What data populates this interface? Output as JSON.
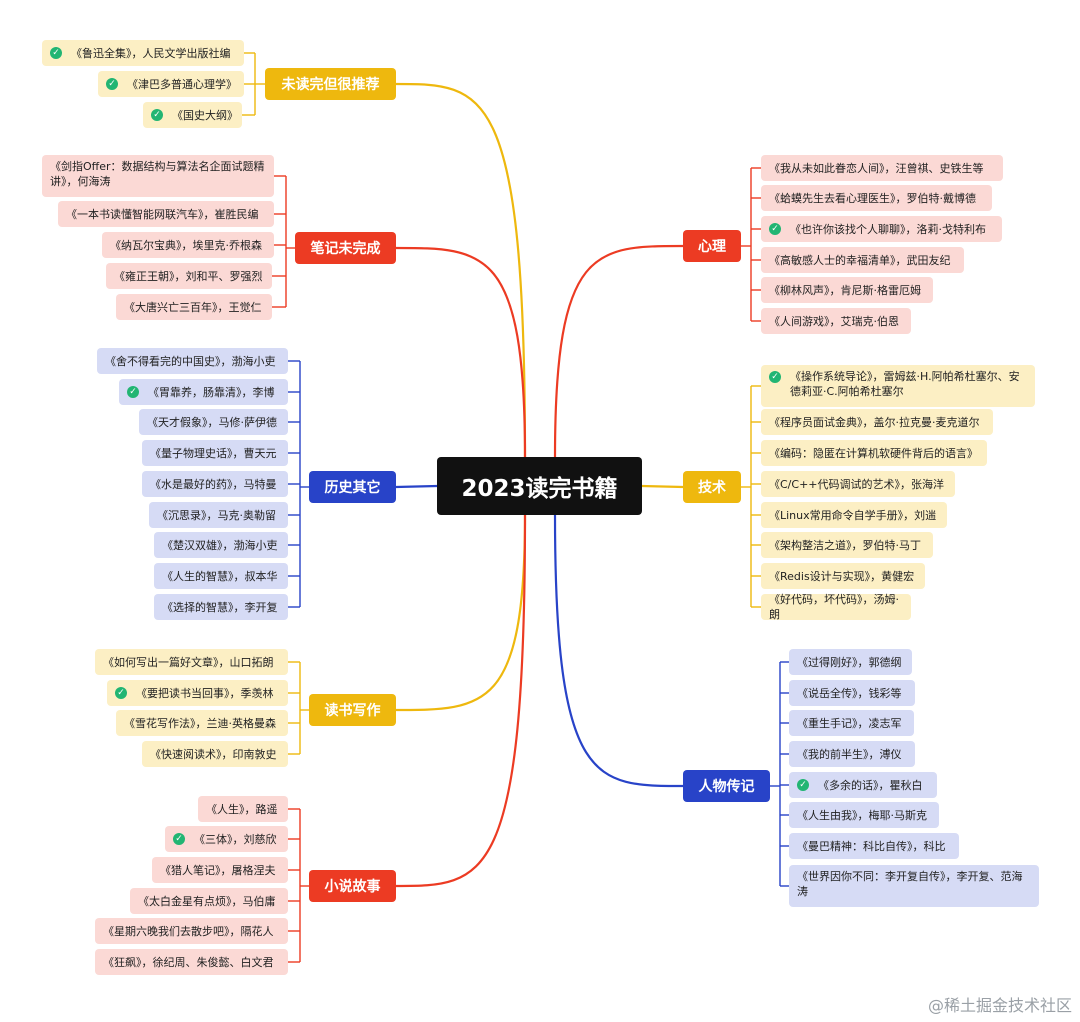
{
  "root": {
    "label": "2023读完书籍"
  },
  "watermark": "@稀土掘金技术社区",
  "colors": {
    "yellow": "#eeb80e",
    "red": "#ec3b23",
    "blue": "#2843c8"
  },
  "branches": [
    {
      "id": "unread",
      "label": "未读完但很推荐",
      "color": "#eeb80e",
      "leafBg": "#fcefc4",
      "items": [
        {
          "text": "《鲁迅全集》，人民文学出版社编",
          "done": true
        },
        {
          "text": "《津巴多普通心理学》",
          "done": true
        },
        {
          "text": "《国史大纲》",
          "done": true
        }
      ]
    },
    {
      "id": "notes",
      "label": "笔记未完成",
      "color": "#ec3b23",
      "leafBg": "#fbd9d5",
      "items": [
        {
          "text": "《剑指Offer：数据结构与算法名企面试题精讲》，何海涛",
          "done": false
        },
        {
          "text": "《一本书读懂智能网联汽车》，崔胜民编",
          "done": false
        },
        {
          "text": "《纳瓦尔宝典》，埃里克·乔根森",
          "done": false
        },
        {
          "text": "《雍正王朝》，刘和平、罗强烈",
          "done": false
        },
        {
          "text": "《大唐兴亡三百年》，王觉仁",
          "done": false
        }
      ]
    },
    {
      "id": "history",
      "label": "历史其它",
      "color": "#2843c8",
      "leafBg": "#d6dbf5",
      "items": [
        {
          "text": "《舍不得看完的中国史》，渤海小吏",
          "done": false
        },
        {
          "text": "《胃靠养，肠靠清》，李博",
          "done": true
        },
        {
          "text": "《天才假象》，马修·萨伊德",
          "done": false
        },
        {
          "text": "《量子物理史话》，曹天元",
          "done": false
        },
        {
          "text": "《水是最好的药》，马特曼",
          "done": false
        },
        {
          "text": "《沉思录》，马克·奥勒留",
          "done": false
        },
        {
          "text": "《楚汉双雄》，渤海小吏",
          "done": false
        },
        {
          "text": "《人生的智慧》，叔本华",
          "done": false
        },
        {
          "text": "《选择的智慧》，李开复",
          "done": false
        }
      ]
    },
    {
      "id": "reading",
      "label": "读书写作",
      "color": "#eeb80e",
      "leafBg": "#fcefc4",
      "items": [
        {
          "text": "《如何写出一篇好文章》，山口拓朗",
          "done": false
        },
        {
          "text": "《要把读书当回事》，季羡林",
          "done": true
        },
        {
          "text": "《雪花写作法》，兰迪·英格曼森",
          "done": false
        },
        {
          "text": "《快速阅读术》，印南敦史",
          "done": false
        }
      ]
    },
    {
      "id": "novel",
      "label": "小说故事",
      "color": "#ec3b23",
      "leafBg": "#fbd9d5",
      "items": [
        {
          "text": "《人生》，路遥",
          "done": false
        },
        {
          "text": "《三体》，刘慈欣",
          "done": true
        },
        {
          "text": "《猎人笔记》，屠格涅夫",
          "done": false
        },
        {
          "text": "《太白金星有点烦》，马伯庸",
          "done": false
        },
        {
          "text": "《星期六晚我们去散步吧》，隔花人",
          "done": false
        },
        {
          "text": "《狂飙》，徐纪周、朱俊懿、白文君",
          "done": false
        }
      ]
    },
    {
      "id": "psych",
      "label": "心理",
      "color": "#ec3b23",
      "leafBg": "#fbd9d5",
      "items": [
        {
          "text": "《我从未如此眷恋人间》，汪曾祺、史铁生等",
          "done": false
        },
        {
          "text": "《蛤蟆先生去看心理医生》，罗伯特·戴博德",
          "done": false
        },
        {
          "text": "《也许你该找个人聊聊》，洛莉·戈特利布",
          "done": true
        },
        {
          "text": "《高敏感人士的幸福清单》，武田友纪",
          "done": false
        },
        {
          "text": "《柳林风声》，肯尼斯·格雷厄姆",
          "done": false
        },
        {
          "text": "《人间游戏》，艾瑞克·伯恩",
          "done": false
        }
      ]
    },
    {
      "id": "tech",
      "label": "技术",
      "color": "#eeb80e",
      "leafBg": "#fcefc4",
      "items": [
        {
          "text": "《操作系统导论》，雷姆兹·H.阿帕希杜塞尔、安德莉亚·C.阿帕希杜塞尔",
          "done": true
        },
        {
          "text": "《程序员面试金典》，盖尔·拉克曼·麦克道尔",
          "done": false
        },
        {
          "text": "《编码：隐匿在计算机软硬件背后的语言》",
          "done": false
        },
        {
          "text": "《C/C++代码调试的艺术》，张海洋",
          "done": false
        },
        {
          "text": "《Linux常用命令自学手册》，刘遄",
          "done": false
        },
        {
          "text": "《架构整洁之道》，罗伯特·马丁",
          "done": false
        },
        {
          "text": "《Redis设计与实现》，黄健宏",
          "done": false
        },
        {
          "text": "《好代码，坏代码》，汤姆·朗",
          "done": false
        }
      ]
    },
    {
      "id": "bio",
      "label": "人物传记",
      "color": "#2843c8",
      "leafBg": "#d6dbf5",
      "items": [
        {
          "text": "《过得刚好》，郭德纲",
          "done": false
        },
        {
          "text": "《说岳全传》，钱彩等",
          "done": false
        },
        {
          "text": "《重生手记》，凌志军",
          "done": false
        },
        {
          "text": "《我的前半生》，溥仪",
          "done": false
        },
        {
          "text": "《多余的话》，瞿秋白",
          "done": true
        },
        {
          "text": "《人生由我》，梅耶·马斯克",
          "done": false
        },
        {
          "text": "《曼巴精神：科比自传》，科比",
          "done": false
        },
        {
          "text": "《世界因你不同：李开复自传》，李开复、范海涛",
          "done": false
        }
      ]
    }
  ]
}
